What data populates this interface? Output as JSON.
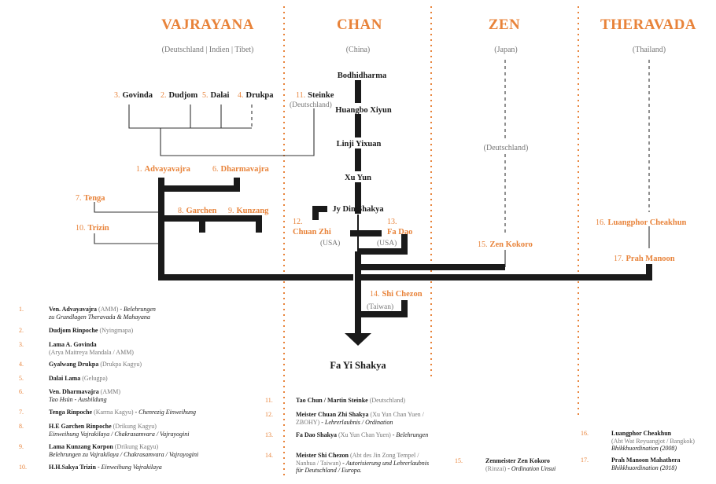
{
  "headers": {
    "vajrayana": {
      "title": "VAJRAYANA",
      "sub": "(Deutschland | Indien | Tibet)"
    },
    "chan": {
      "title": "CHAN",
      "sub": "(China)"
    },
    "zen": {
      "title": "ZEN",
      "sub": "(Japan)",
      "mid": "(Deutschland)"
    },
    "theravada": {
      "title": "THERAVADA",
      "sub": "(Thailand)"
    }
  },
  "nodes": {
    "govinda": {
      "num": "3.",
      "name": "Govinda"
    },
    "dudjom": {
      "num": "2.",
      "name": "Dudjom"
    },
    "dalai": {
      "num": "5.",
      "name": "Dalai"
    },
    "drukpa": {
      "num": "4.",
      "name": "Drukpa"
    },
    "steinke": {
      "num": "11.",
      "name": "Steinke",
      "sub": "(Deutschland)"
    },
    "advayavajra": {
      "num": "1.",
      "name": "Advayavajra"
    },
    "dharmavajra": {
      "num": "6.",
      "name": "Dharmavajra"
    },
    "tenga": {
      "num": "7.",
      "name": "Tenga"
    },
    "garchen": {
      "num": "8.",
      "name": "Garchen"
    },
    "kunzang": {
      "num": "9.",
      "name": "Kunzang"
    },
    "trizin": {
      "num": "10.",
      "name": "Trizin"
    },
    "bodhidharma": {
      "name": "Bodhidharma"
    },
    "huangbo": {
      "name": "Huangbo Xiyun"
    },
    "linji": {
      "name": "Linji Yixuan"
    },
    "xuyun": {
      "name": "Xu Yun"
    },
    "jydin": {
      "name": "Jy Din Shakya"
    },
    "chuanzhi": {
      "num": "12.",
      "name": "Chuan Zhi",
      "sub": "(USA)"
    },
    "fadao": {
      "num": "13.",
      "name": "Fa Dao",
      "sub": "(USA)"
    },
    "zenkokoro": {
      "num": "15.",
      "name": "Zen Kokoro"
    },
    "cheakhun": {
      "num": "16.",
      "name": "Luangphor Cheakhun"
    },
    "manoon": {
      "num": "17.",
      "name": "Prah Manoon"
    },
    "shichezon": {
      "num": "14.",
      "name": "Shi Chezon",
      "sub": "(Taiwan)"
    },
    "fayi": {
      "name": "Fa Yi Shakya"
    }
  },
  "legend": [
    {
      "num": "1.",
      "bold": "Ven. Advayavajra",
      "gray": " (AMM)",
      "italic": " - Belehrungen",
      "line2_italic": "zu Grundlagen Theravada & Mahayana"
    },
    {
      "num": "2.",
      "bold": "Dudjom Rinpoche",
      "gray": " (Nyingmapa)"
    },
    {
      "num": "3.",
      "bold": "Lama A. Govinda",
      "line2_gray": "(Arya Maitreya Mandala / AMM)"
    },
    {
      "num": "4.",
      "bold": "Gyalwang Drukpa",
      "gray": " (Drukpa Kagyu)"
    },
    {
      "num": "5.",
      "bold": "Dalai Lama",
      "gray": " (Gelugpa)"
    },
    {
      "num": "6.",
      "bold": "Ven. Dharmavajra",
      "gray": " (AMM)",
      "line2_italic": "Tao Hsün - Ausbildung"
    },
    {
      "num": "7.",
      "bold": "Tenga Rinpoche",
      "gray": " (Karma Kagyu)",
      "italic": " - Chenrezig Einweihung"
    },
    {
      "num": "8.",
      "bold": "H.E Garchen Rinpoche",
      "gray": " (Drikung Kagyu)",
      "line2_italic": "Einweihung Vajrakilaya / Chakrasamvara / Vajrayogini"
    },
    {
      "num": "9.",
      "bold": "Lama Kunzang Korpon",
      "gray": " (Drikung Kagyu)",
      "line2_italic": "Belehrungen zu Vajrakilaya / Chakrasamvara / Vajrayogini"
    },
    {
      "num": "10.",
      "bold": "H.H.Sakya Trizin",
      "italic": " - Einweihung Vajrakilaya"
    },
    {
      "num": "11.",
      "bold": "Tao Chun / Martin Steinke",
      "gray": " (Deutschland)"
    },
    {
      "num": "12.",
      "bold": "Meister Chuan Zhi Shakya",
      "gray": " (Xu Yun Chan Yuen /",
      "line2_gray": "ZBOHY)",
      "line2_italic": " - Lehrerlaubnis / Ordination"
    },
    {
      "num": "13.",
      "bold": "Fa Dao Shakya",
      "gray": " (Xu Yun Chan Yuen)",
      "italic": " - Belehrungen"
    },
    {
      "num": "14.",
      "bold": "Meister Shi Chezon",
      "gray": " (Abt des Jin Zong Tempel /",
      "line2_gray": "Nanhua / Taiwan)",
      "line2_italic": " - Autorisierung und Lehrerlaubnis",
      "line3_italic": "für Deutschland / Europa."
    },
    {
      "num": "15.",
      "bold": "Zenmeister Zen Kokoro",
      "line2_gray": "(Rinzai)",
      "line2_italic": " - Ordination Unsui"
    },
    {
      "num": "16.",
      "bold": "Luangphor Cheakhun",
      "line2_gray": "(Abt Wat Reyuangjot / Bangkok)",
      "line3_italic": "Bhikkhuordination (2008)"
    },
    {
      "num": "17.",
      "bold": "Prah Manoon Mahathera",
      "line2_italic": "Bhikkhuordination (2018)"
    }
  ]
}
